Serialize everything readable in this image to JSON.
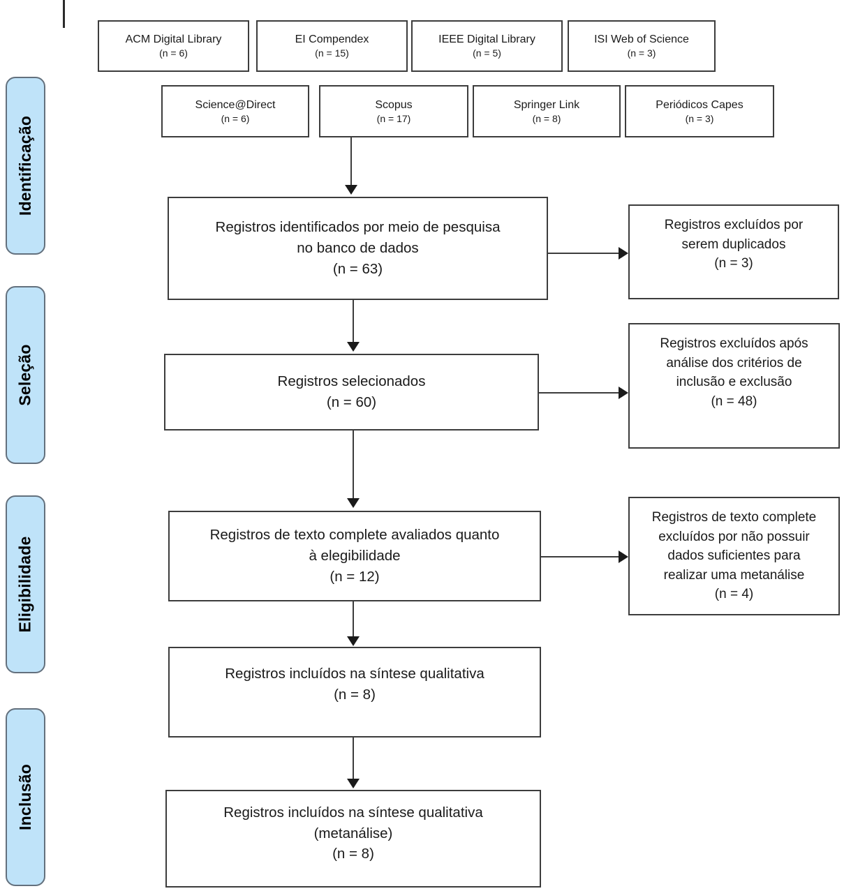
{
  "figure": {
    "kind": "prisma-flow-diagram",
    "language": "pt-BR",
    "colors": {
      "phase_fill": "#bfe3f9",
      "phase_border": "#63707d",
      "box_border": "#3c3c3c",
      "connector": "#3c3c3c",
      "text": "#1a1a1a",
      "background": "#ffffff"
    }
  },
  "phases": [
    {
      "id": "identificacao",
      "label": "Identificação"
    },
    {
      "id": "selecao",
      "label": "Seleção"
    },
    {
      "id": "eligibilidade",
      "label": "Eligibilidade"
    },
    {
      "id": "inclusao",
      "label": "Inclusão"
    }
  ],
  "sources": {
    "row1": [
      {
        "name": "ACM Digital Library",
        "count": "(n = 6)"
      },
      {
        "name": "EI Compendex",
        "count": "(n = 15)"
      },
      {
        "name": "IEEE Digital Library",
        "count": "(n = 5)"
      },
      {
        "name": "ISI Web of Science",
        "count": "(n = 3)"
      }
    ],
    "row2": [
      {
        "name": "Science@Direct",
        "count": "(n = 6)"
      },
      {
        "name": "Scopus",
        "count": "(n = 17)"
      },
      {
        "name": "Springer Link",
        "count": "(n = 8)"
      },
      {
        "name": "Periódicos Capes",
        "count": "(n = 3)"
      }
    ]
  },
  "flow": {
    "identified": {
      "line1": "Registros identificados por meio de pesquisa",
      "line2": "no banco de dados",
      "count": "(n = 63)"
    },
    "screened": {
      "line1": "Registros selecionados",
      "count": "(n = 60)"
    },
    "fulltext": {
      "line1": "Registros de texto complete avaliados quanto",
      "line2": "à elegibilidade",
      "count": "(n = 12)"
    },
    "qualitative": {
      "line1": "Registros incluídos na síntese qualitativa",
      "count": "(n = 8)"
    },
    "metanalysis": {
      "line1": "Registros incluídos na síntese qualitativa",
      "line2": "(metanálise)",
      "count": "(n = 8)"
    }
  },
  "exclusions": {
    "duplicates": {
      "line1": "Registros excluídos por",
      "line2": "serem duplicados",
      "count": "(n = 3)"
    },
    "criteria": {
      "line1": "Registros excluídos após",
      "line2": "análise dos critérios de",
      "line3": "inclusão e exclusão",
      "count": "(n = 48)"
    },
    "insufficient": {
      "line1": "Registros de texto complete",
      "line2": "excluídos por não possuir",
      "line3": "dados suficientes para",
      "line4": "realizar uma metanálise",
      "count": "(n = 4)"
    }
  }
}
